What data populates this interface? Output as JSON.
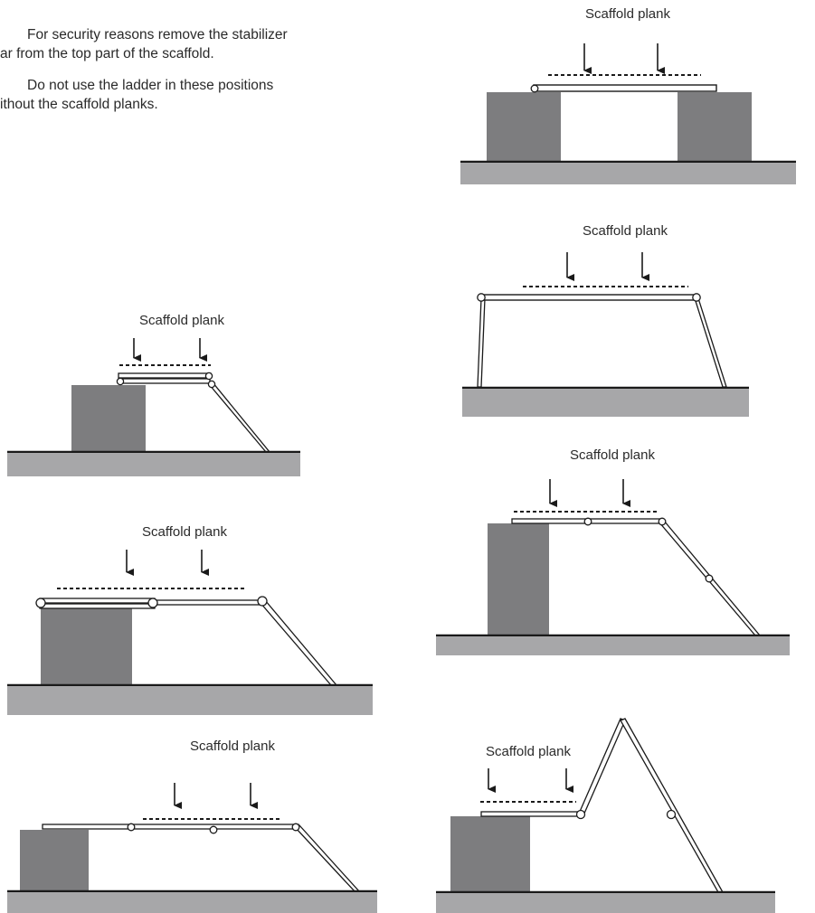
{
  "instructions": [
    {
      "line1": "For security reasons remove the stabilizer",
      "line2": "ar from the top part of the scaffold."
    },
    {
      "line1": "Do not use the ladder in these positions",
      "line2": "ithout the scaffold planks."
    }
  ],
  "figures": [
    {
      "id": "fig-top-right",
      "label": "Scaffold plank"
    },
    {
      "id": "fig-trapezoid",
      "label": "Scaffold plank"
    },
    {
      "id": "fig-left-1",
      "label": "Scaffold plank"
    },
    {
      "id": "fig-right-2",
      "label": "Scaffold plank"
    },
    {
      "id": "fig-left-2",
      "label": "Scaffold plank"
    },
    {
      "id": "fig-left-3",
      "label": "Scaffold plank"
    },
    {
      "id": "fig-right-3",
      "label": "Scaffold plank"
    }
  ],
  "colors": {
    "block": "#7d7d7f",
    "ground": "#a7a7a9",
    "line": "#1a1a1a"
  }
}
